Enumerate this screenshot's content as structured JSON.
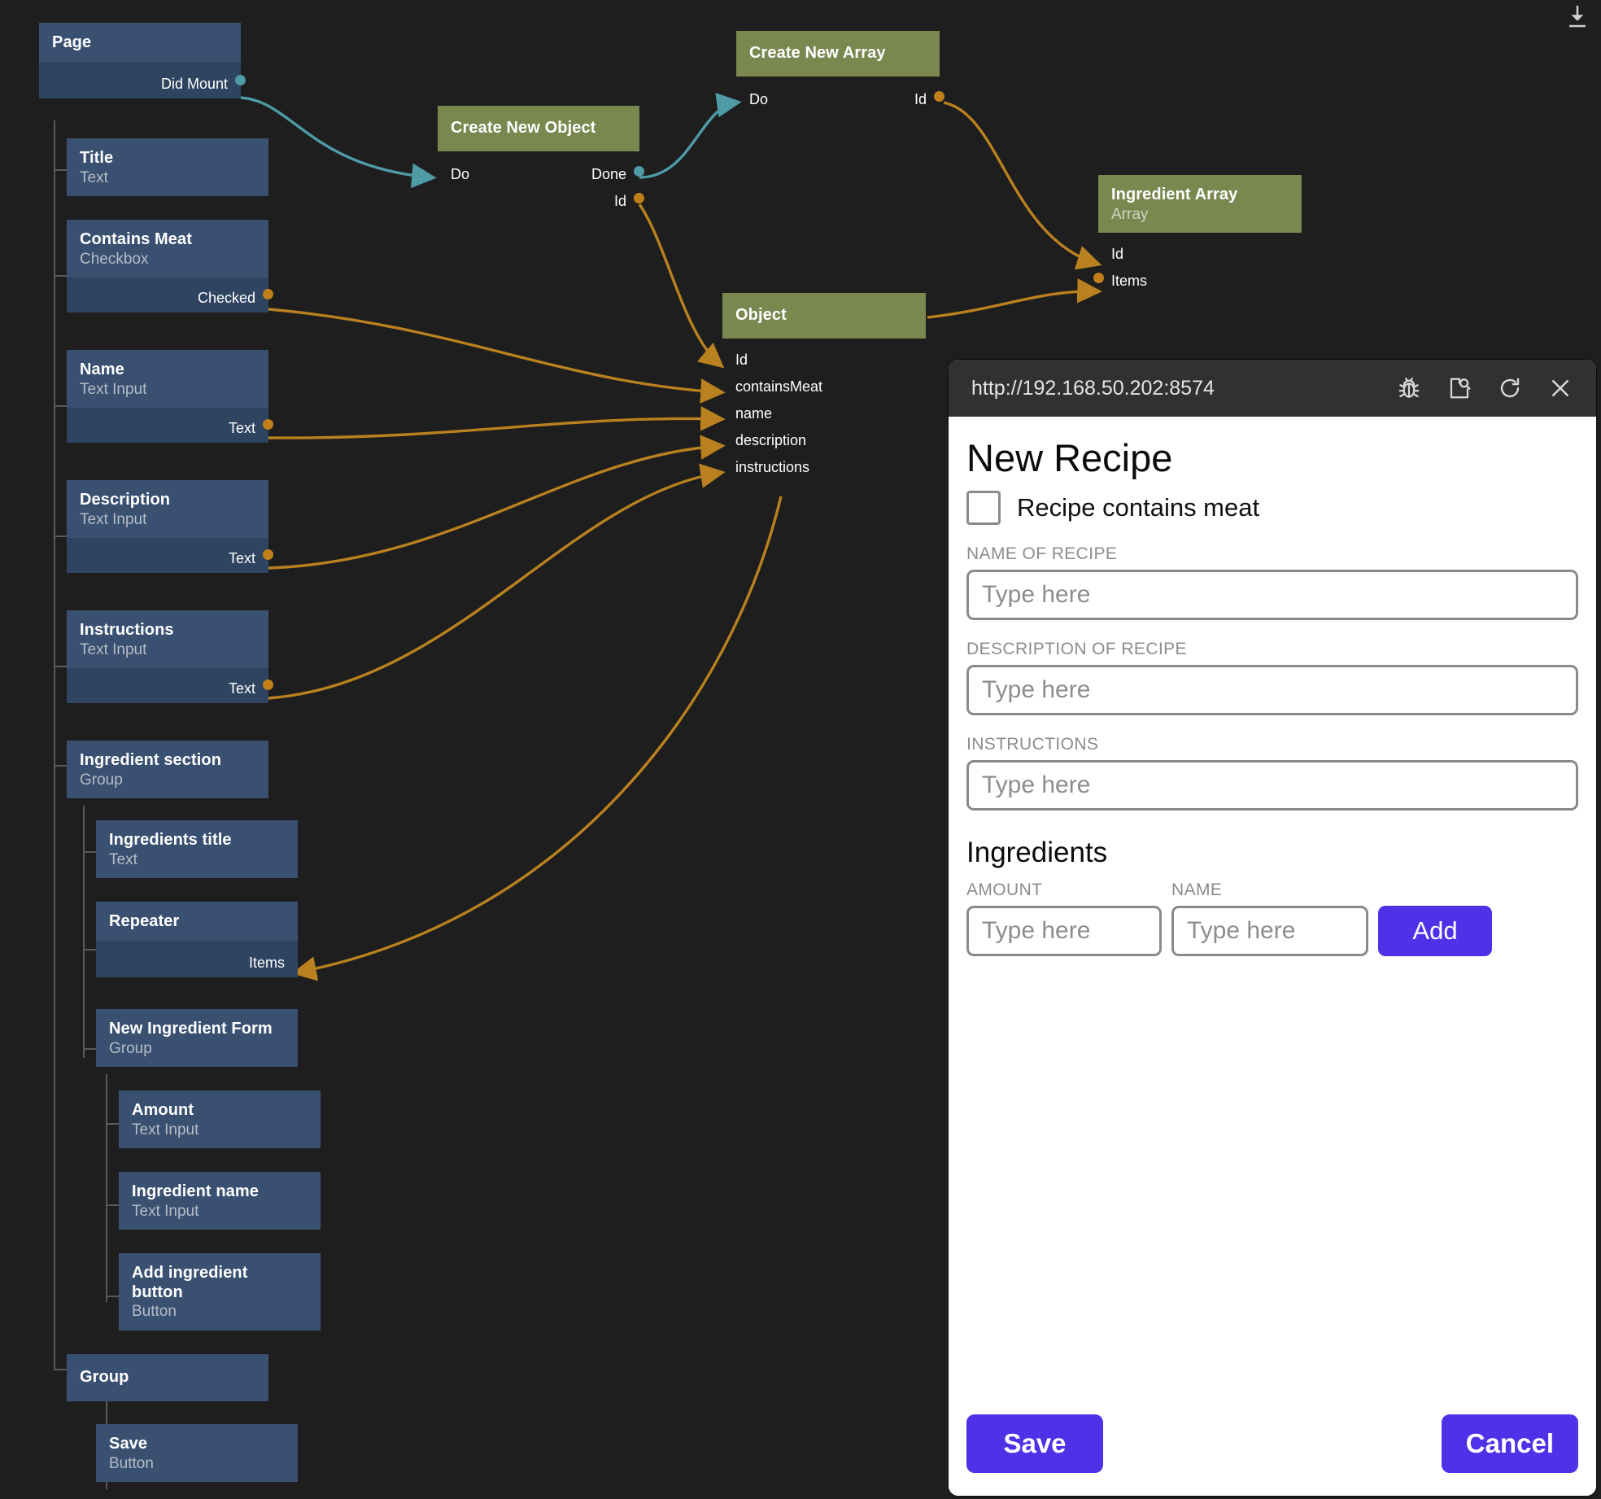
{
  "graph": {
    "component_tree": [
      {
        "name": "Page",
        "type": "",
        "ports_out": [
          "Did Mount"
        ],
        "ports_in": []
      },
      {
        "name": "Title",
        "type": "Text",
        "ports_out": [],
        "ports_in": []
      },
      {
        "name": "Contains Meat",
        "type": "Checkbox",
        "ports_out": [
          "Checked"
        ],
        "ports_in": []
      },
      {
        "name": "Name",
        "type": "Text Input",
        "ports_out": [
          "Text"
        ],
        "ports_in": []
      },
      {
        "name": "Description",
        "type": "Text Input",
        "ports_out": [
          "Text"
        ],
        "ports_in": []
      },
      {
        "name": "Instructions",
        "type": "Text Input",
        "ports_out": [
          "Text"
        ],
        "ports_in": []
      },
      {
        "name": "Ingredient section",
        "type": "Group",
        "ports_out": [],
        "ports_in": []
      },
      {
        "name": "Ingredients title",
        "type": "Text",
        "ports_out": [],
        "ports_in": []
      },
      {
        "name": "Repeater",
        "type": "",
        "ports_out": [],
        "ports_in": [
          "Items"
        ]
      },
      {
        "name": "New Ingredient Form",
        "type": "Group",
        "ports_out": [],
        "ports_in": []
      },
      {
        "name": "Amount",
        "type": "Text Input",
        "ports_out": [],
        "ports_in": []
      },
      {
        "name": "Ingredient name",
        "type": "Text Input",
        "ports_out": [],
        "ports_in": []
      },
      {
        "name": "Add ingredient button",
        "type": "Button",
        "ports_out": [],
        "ports_in": []
      },
      {
        "name": "Group",
        "type": "",
        "ports_out": [],
        "ports_in": []
      },
      {
        "name": "Save",
        "type": "Button",
        "ports_out": [],
        "ports_in": []
      }
    ],
    "logic_nodes": [
      {
        "name": "Create New Object",
        "type": "",
        "ports_in": [
          "Do"
        ],
        "ports_out": [
          "Done",
          "Id"
        ]
      },
      {
        "name": "Create New Array",
        "type": "",
        "ports_in": [
          "Do"
        ],
        "ports_out": [
          "Id"
        ]
      },
      {
        "name": "Ingredient Array",
        "type": "Array",
        "ports_in": [
          "Id",
          "Items"
        ],
        "ports_out": []
      },
      {
        "name": "Object",
        "type": "",
        "ports_in": [
          "Id",
          "containsMeat",
          "name",
          "description",
          "instructions"
        ],
        "ports_out": []
      }
    ],
    "colors": {
      "component_header": "#3a5071",
      "component_body": "#2e4460",
      "logic_header": "#7a8850",
      "logic_body": "#6e7e4a",
      "data_wire": "#b9811f",
      "signal_wire": "#4e9aa5",
      "canvas": "#1e1e1e"
    }
  },
  "download_indicator": {
    "icon": "download-icon"
  },
  "preview": {
    "browser": {
      "url": "http://192.168.50.202:8574",
      "icons": [
        "bug-icon",
        "inspect-page-icon",
        "reload-icon",
        "close-icon"
      ]
    },
    "page": {
      "title": "New Recipe",
      "checkbox_label": "Recipe contains meat",
      "checkbox_checked": false,
      "fields": [
        {
          "label": "NAME OF RECIPE",
          "value": "",
          "placeholder": "Type here"
        },
        {
          "label": "DESCRIPTION OF RECIPE",
          "value": "",
          "placeholder": "Type here"
        },
        {
          "label": "INSTRUCTIONS",
          "value": "",
          "placeholder": "Type here"
        }
      ],
      "ingredients": {
        "heading": "Ingredients",
        "amount_label": "AMOUNT",
        "amount_placeholder": "Type here",
        "amount_value": "",
        "name_label": "NAME",
        "name_placeholder": "Type here",
        "name_value": "",
        "add_label": "Add"
      },
      "footer": {
        "save_label": "Save",
        "cancel_label": "Cancel"
      },
      "accent_color": "#4f32e8"
    }
  }
}
